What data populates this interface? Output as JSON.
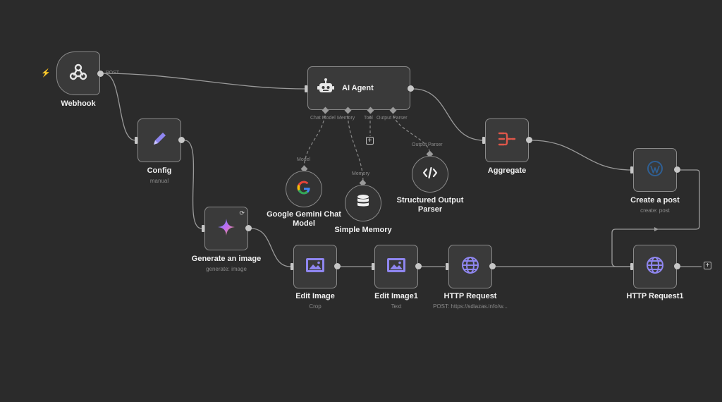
{
  "canvas": {
    "background": "#2b2b2b",
    "node_border": "#8a8a8a",
    "edge_color": "#9a9a9a"
  },
  "nodes": {
    "webhook": {
      "label": "Webhook",
      "icon": "webhook-icon",
      "port_label": "POST"
    },
    "config": {
      "label": "Config",
      "sublabel": "manual",
      "icon": "pencil-icon"
    },
    "generate_image": {
      "label": "Generate an image",
      "sublabel": "generate: image",
      "icon": "gemini-sparkle-icon"
    },
    "ai_agent": {
      "label": "AI Agent",
      "icon": "robot-icon",
      "ports": [
        "Chat Model",
        "Memory",
        "Tool",
        "Output Parser"
      ]
    },
    "gemini_chat": {
      "label": "Google Gemini Chat Model",
      "icon": "google-icon",
      "connection_label": "Model"
    },
    "simple_memory": {
      "label": "Simple Memory",
      "icon": "database-icon",
      "connection_label": "Memory"
    },
    "output_parser": {
      "label": "Structured Output Parser",
      "icon": "code-icon",
      "connection_label": "Output Parser"
    },
    "aggregate": {
      "label": "Aggregate",
      "icon": "aggregate-icon"
    },
    "create_post": {
      "label": "Create a post",
      "sublabel": "create: post",
      "icon": "wordpress-icon"
    },
    "edit_image": {
      "label": "Edit Image",
      "sublabel": "Crop",
      "icon": "image-icon"
    },
    "edit_image1": {
      "label": "Edit Image1",
      "sublabel": "Text",
      "icon": "image-icon"
    },
    "http_request": {
      "label": "HTTP Request",
      "sublabel": "POST: https://sdiazas.info/w...",
      "icon": "globe-icon"
    },
    "http_request1": {
      "label": "HTTP Request1",
      "icon": "globe-icon"
    }
  },
  "add_buttons": [
    "+",
    "+"
  ]
}
